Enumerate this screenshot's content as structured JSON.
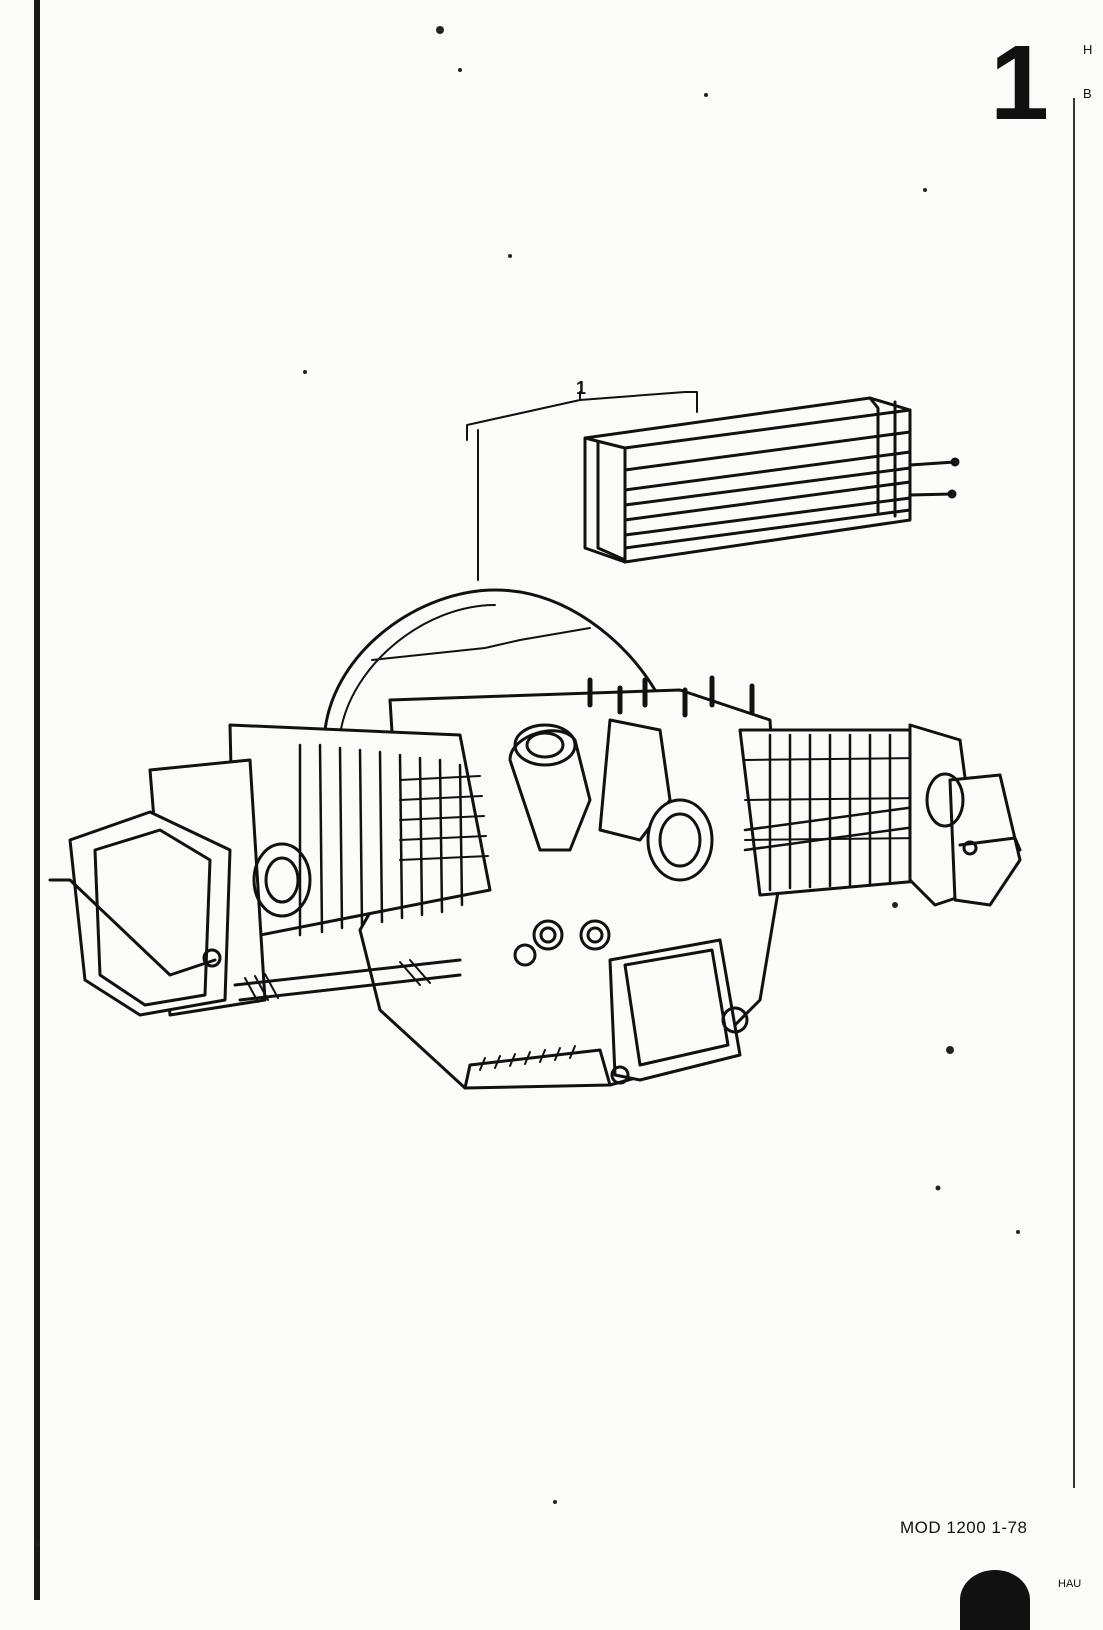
{
  "page": {
    "group_number": "1",
    "edge_letters": [
      "H",
      "B"
    ],
    "model_code": "MOD 1200  1-78",
    "page_tab_text": "HAU"
  },
  "figure": {
    "callout_label": "1",
    "parts": [
      "engine-assembly",
      "heat-exchanger"
    ]
  }
}
